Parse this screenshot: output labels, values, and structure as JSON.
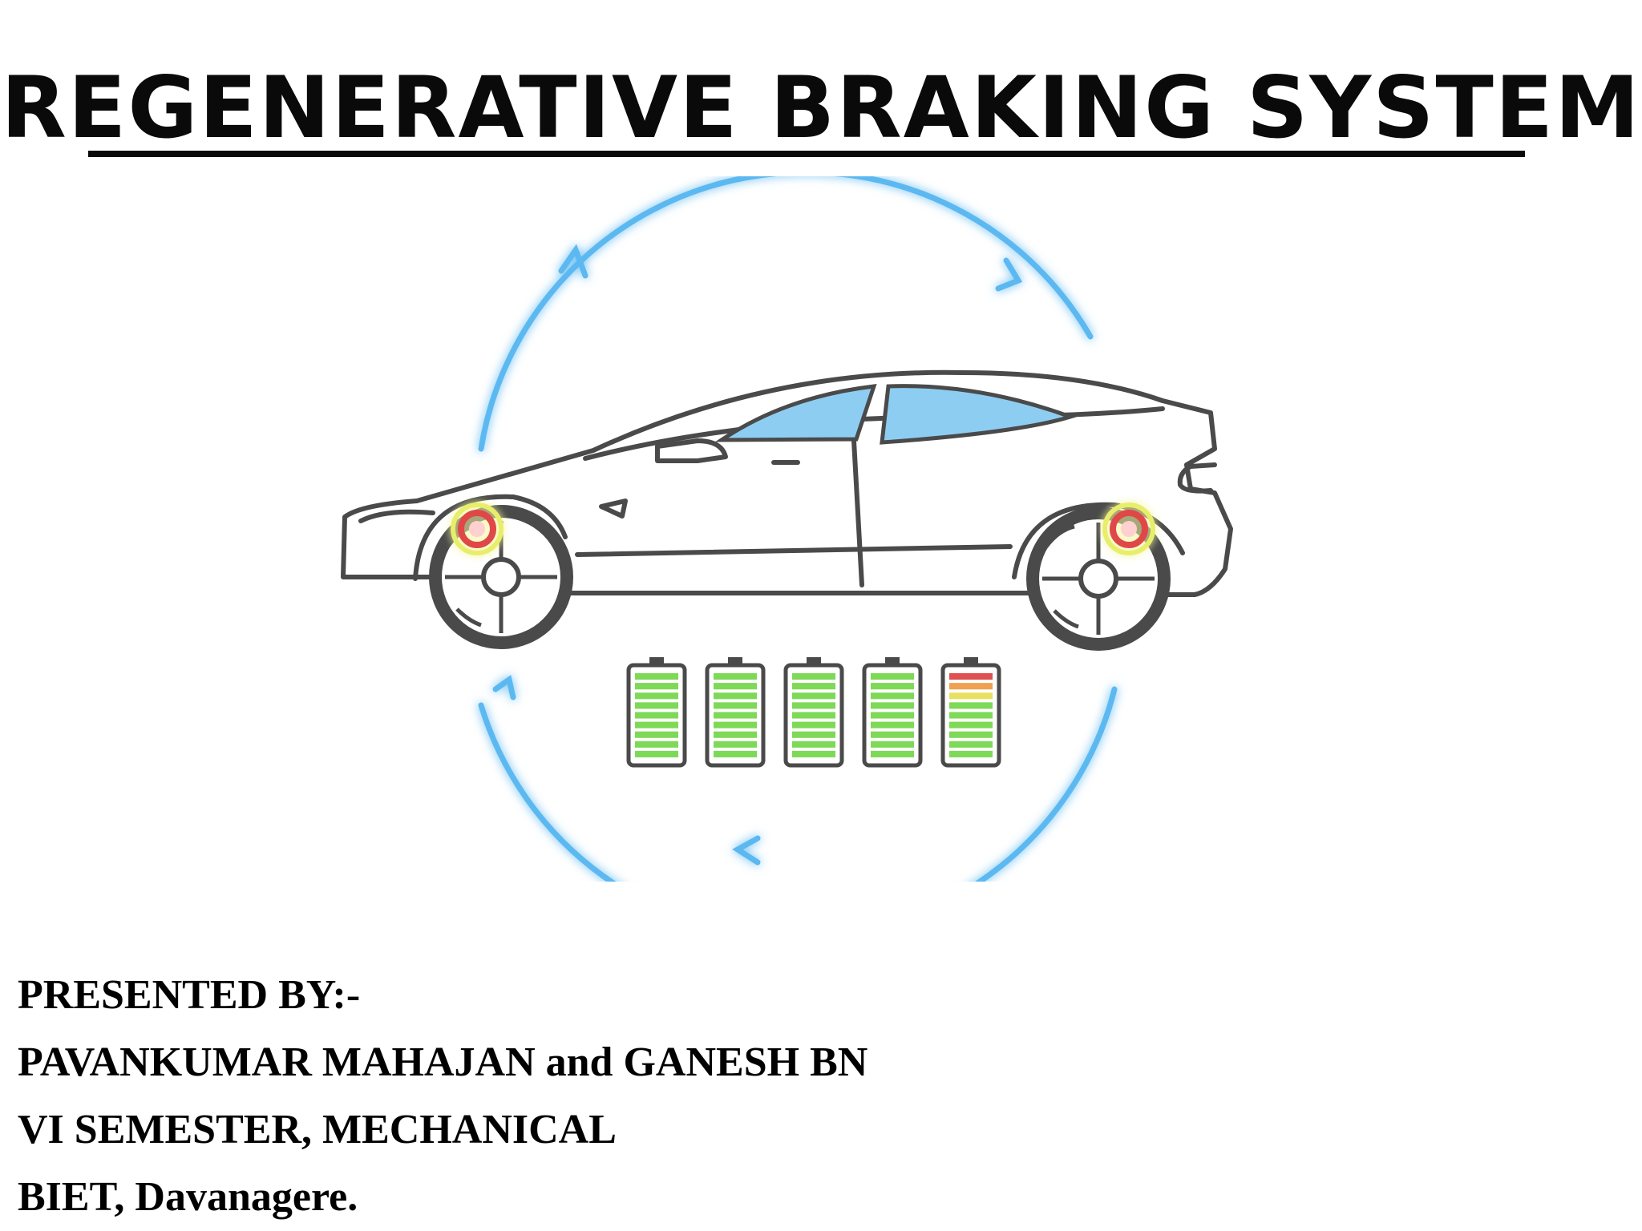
{
  "slide": {
    "title": "REGENERATIVE BRAKING SYSTEM"
  },
  "illustration": {
    "subject": "car-with-regeneration-cycle",
    "icons": [
      "cycle-arrows-icon",
      "car-icon",
      "brake-glow-icon",
      "battery-icon"
    ],
    "colors": {
      "cycle_arrow": "#5bb8f0",
      "car_outline": "#4a4a4a",
      "window_fill": "#8ecdf2",
      "brake_ring": "#e04848",
      "brake_glow": "#e8ee6a",
      "battery_full": "#7ed957",
      "battery_red": "#e05050",
      "battery_orange": "#f0a050",
      "battery_yellow": "#e8e060"
    },
    "batteries": [
      {
        "charge": 1.0,
        "state": "full"
      },
      {
        "charge": 1.0,
        "state": "full"
      },
      {
        "charge": 1.0,
        "state": "full"
      },
      {
        "charge": 1.0,
        "state": "full"
      },
      {
        "charge": 1.0,
        "state": "charging"
      }
    ]
  },
  "credits": {
    "presented_by": "PRESENTED BY:-",
    "names": "PAVANKUMAR MAHAJAN and GANESH BN",
    "semester": "VI SEMESTER, MECHANICAL",
    "institution": "BIET, Davanagere."
  }
}
